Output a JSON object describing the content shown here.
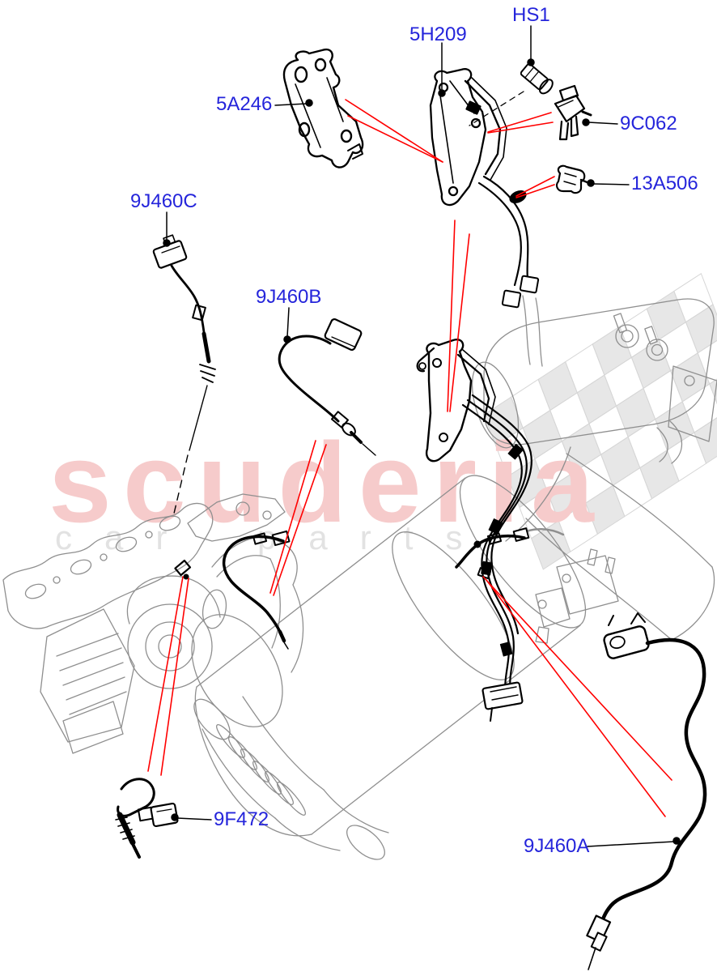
{
  "watermark": {
    "brand": "scuderia",
    "word1": "car",
    "word2": "parts"
  },
  "labels": {
    "5h209": "5H209",
    "hs1": "HS1",
    "5a246": "5A246",
    "9c062": "9C062",
    "13a506": "13A506",
    "9j460c": "9J460C",
    "9j460b": "9J460B",
    "9f472": "9F472",
    "9j460a": "9J460A"
  },
  "colors": {
    "label_blue": "#2525DB",
    "pointer_red": "#FF0000",
    "line_black": "#000000",
    "background_art_gray": "#8F8F8F",
    "watermark_pink": "#F6CBCB",
    "watermark_gray": "#E2E2E2",
    "page_background": "#FFFFFF"
  }
}
